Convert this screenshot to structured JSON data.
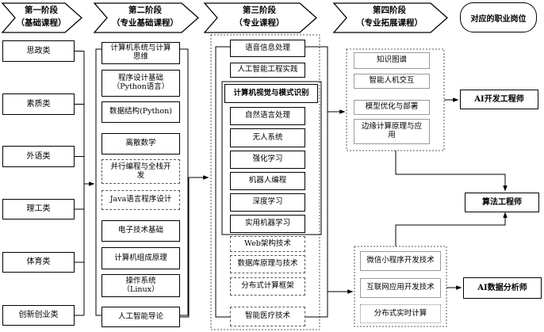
{
  "stages": [
    {
      "label": "第一阶段\n（基础课程）"
    },
    {
      "label": "第二阶段\n（专业基础课程）"
    },
    {
      "label": "第三阶段\n（专业课程）"
    },
    {
      "label": "第四阶段\n（专业拓展课程）"
    }
  ],
  "jobs_header": {
    "label": "对应的职业岗位"
  },
  "stage1_courses": {
    "items": [
      "思政类",
      "素质类",
      "外语类",
      "理工类",
      "体育类",
      "创新创业类"
    ]
  },
  "stage2_courses": {
    "items": [
      "计算机系统与计算\n思维",
      "程序设计基础\n（Python语言）",
      "数据结构(Python)",
      "离散数学",
      "并行编程与全栈开\n发",
      "Java语言程序设计",
      "电子技术基础",
      "计算机组成原理",
      "操作系统\n（Linux）",
      "人工智能导论"
    ]
  },
  "stage3_courses": {
    "items": [
      "语音信息处理",
      "人工智能工程实践",
      "计算机视觉与模式识别",
      "自然语言处理",
      "无人系统",
      "强化学习",
      "机器人编程",
      "深度学习",
      "实用机器学习",
      "Web架构技术",
      "数据库原理与技术",
      "分布式计算框架",
      "智能医疗技术"
    ]
  },
  "stage4_courses": {
    "top_items": [
      "知识图谱",
      "智能人机交互",
      "模型优化与部署",
      "边缘计算原理与应\n用"
    ],
    "bottom_items": [
      "微信小程序开发技术",
      "互联网应用开发技术",
      "分布式实时计算"
    ]
  },
  "jobs": {
    "items": [
      "AI开发工程师",
      "算法工程师",
      "AI数据分析师"
    ]
  },
  "colors": {
    "line": "#000000",
    "dashed_border": "#595959",
    "light_border": "#999999",
    "background": "#ffffff"
  }
}
